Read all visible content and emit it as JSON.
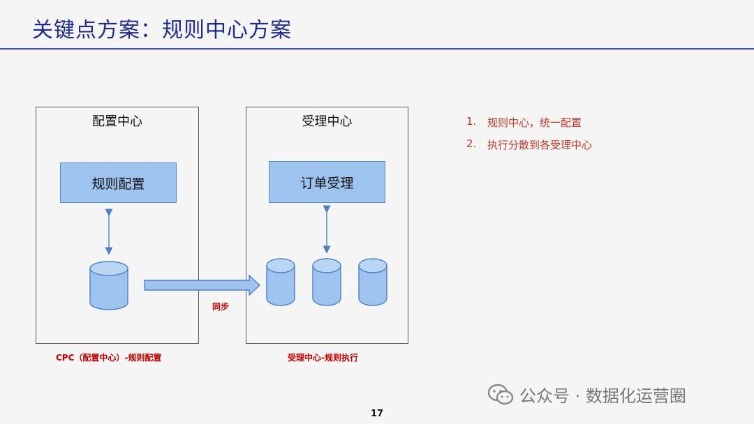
{
  "title": "关键点方案：规则中心方案",
  "left_panel": {
    "title": "配置中心",
    "box_label": "规则配置",
    "caption": "CPC（配置中心）-规则配置"
  },
  "right_panel": {
    "title": "受理中心",
    "box_label": "订单受理",
    "caption": "受理中心-规则执行"
  },
  "sync_label": "同步",
  "notes": [
    {
      "num": "1.",
      "text": "规则中心，统一配置"
    },
    {
      "num": "2.",
      "text": "执行分散到各受理中心"
    }
  ],
  "watermark": "公众号 · 数据化运营圈",
  "page_number": "17",
  "colors": {
    "title": "#1f2a8a",
    "box_fill": "#9ec3ee",
    "accent_red": "#c00000"
  }
}
